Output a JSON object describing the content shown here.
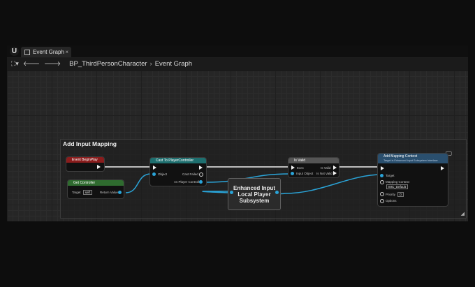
{
  "tab": {
    "label": "Event Graph",
    "close": "×"
  },
  "breadcrumb": {
    "blueprint": "BP_ThirdPersonCharacter",
    "sep": "›",
    "graph": "Event Graph"
  },
  "comment_title": "Add Input Mapping",
  "nodes": {
    "begin_play": {
      "title": "Event BeginPlay"
    },
    "get_controller": {
      "title": "Get Controller",
      "target_label": "Target",
      "target_value": "self",
      "return_label": "Return Value"
    },
    "cast": {
      "title": "Cast To PlayerController",
      "object_label": "Object",
      "cast_failed_label": "Cast Failed",
      "as_player_label": "As Player Controller"
    },
    "subsystem": {
      "label": "Enhanced Input Local Player Subsystem"
    },
    "is_valid": {
      "title": "Is Valid",
      "exec_label": "Exec",
      "is_valid_label": "Is Valid",
      "input_object_label": "Input Object",
      "is_not_valid_label": "Is Not Valid"
    },
    "add_mapping": {
      "title": "Add Mapping Context",
      "subtitle": "Target is Enhanced Input Subsystem Interface",
      "target_label": "Target",
      "mapping_label": "Mapping Context",
      "mapping_value": "IMC_Default",
      "priority_label": "Priority",
      "priority_value": "0",
      "options_label": "Options"
    }
  },
  "colors": {
    "event": "#8a1c1c",
    "pure": "#2f6b2f",
    "cast": "#1e6f6f",
    "call": "#2a4f6e",
    "wire_object": "#2aa4d8",
    "wire_exec": "#f0f0f0"
  }
}
